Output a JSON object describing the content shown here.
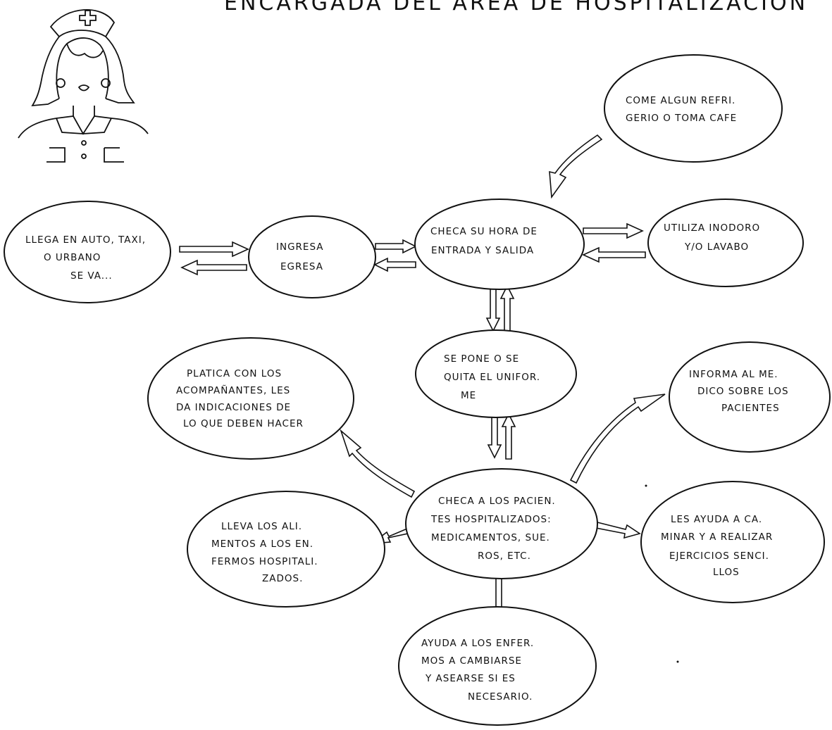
{
  "title": "ENCARGADA DEL AREA DE HOSPITALIZACION",
  "nodes": {
    "llega": [
      "LLEGA EN AUTO, TAXI,",
      "O URBANO",
      "SE VA..."
    ],
    "ingresa": [
      "INGRESA",
      "EGRESA"
    ],
    "checa_hora": [
      "CHECA SU HORA DE",
      "ENTRADA Y SALIDA"
    ],
    "refrigerio": [
      "COME ALGUN REFRI.",
      "GERIO O TOMA CAFE"
    ],
    "inodoro": [
      "UTILIZA INODORO",
      "Y/O LAVABO"
    ],
    "uniforme": [
      "SE PONE O SE",
      "QUITA EL UNIFOR.",
      "ME"
    ],
    "platica": [
      "PLATICA CON LOS",
      "ACOMPAÑANTES, LES",
      "DA INDICACIONES DE",
      "LO QUE DEBEN HACER"
    ],
    "informa": [
      "INFORMA AL ME.",
      "DICO SOBRE LOS",
      "PACIENTES"
    ],
    "checa_pacientes": [
      "CHECA A LOS PACIEN.",
      "TES HOSPITALIZADOS:",
      "MEDICAMENTOS, SUE.",
      "ROS, ETC."
    ],
    "alimentos": [
      "LLEVA LOS ALI.",
      "MENTOS A LOS EN.",
      "FERMOS HOSPITALI.",
      "ZADOS."
    ],
    "caminar": [
      "LES AYUDA A CA.",
      "MINAR Y A REALIZAR",
      "EJERCICIOS SENCI.",
      "LLOS"
    ],
    "cambiarse": [
      "AYUDA A LOS ENFER.",
      "MOS A CAMBIARSE",
      "Y ASEARSE SI ES",
      "NECESARIO."
    ]
  }
}
